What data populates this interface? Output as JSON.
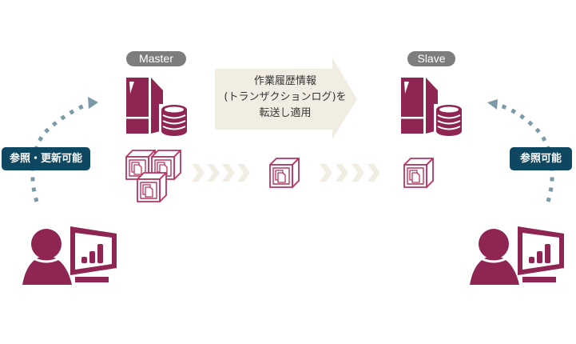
{
  "nodes": {
    "master": {
      "label": "Master"
    },
    "slave": {
      "label": "Slave"
    }
  },
  "transfer_arrow": {
    "lines": [
      "作業履歴情報",
      "(トランザクションログ)を",
      "転送し適用"
    ]
  },
  "access_badges": {
    "left": {
      "label": "参照・更新可能"
    },
    "right": {
      "label": "参照可能"
    }
  },
  "colors": {
    "primary": "#8e2553",
    "cube_stroke": "#b8345e",
    "badge_bg": "#0d4762",
    "pill_bg": "#7d7d7d",
    "arrow_fill": "#f1ede3",
    "dots": "#7a9aa8"
  }
}
